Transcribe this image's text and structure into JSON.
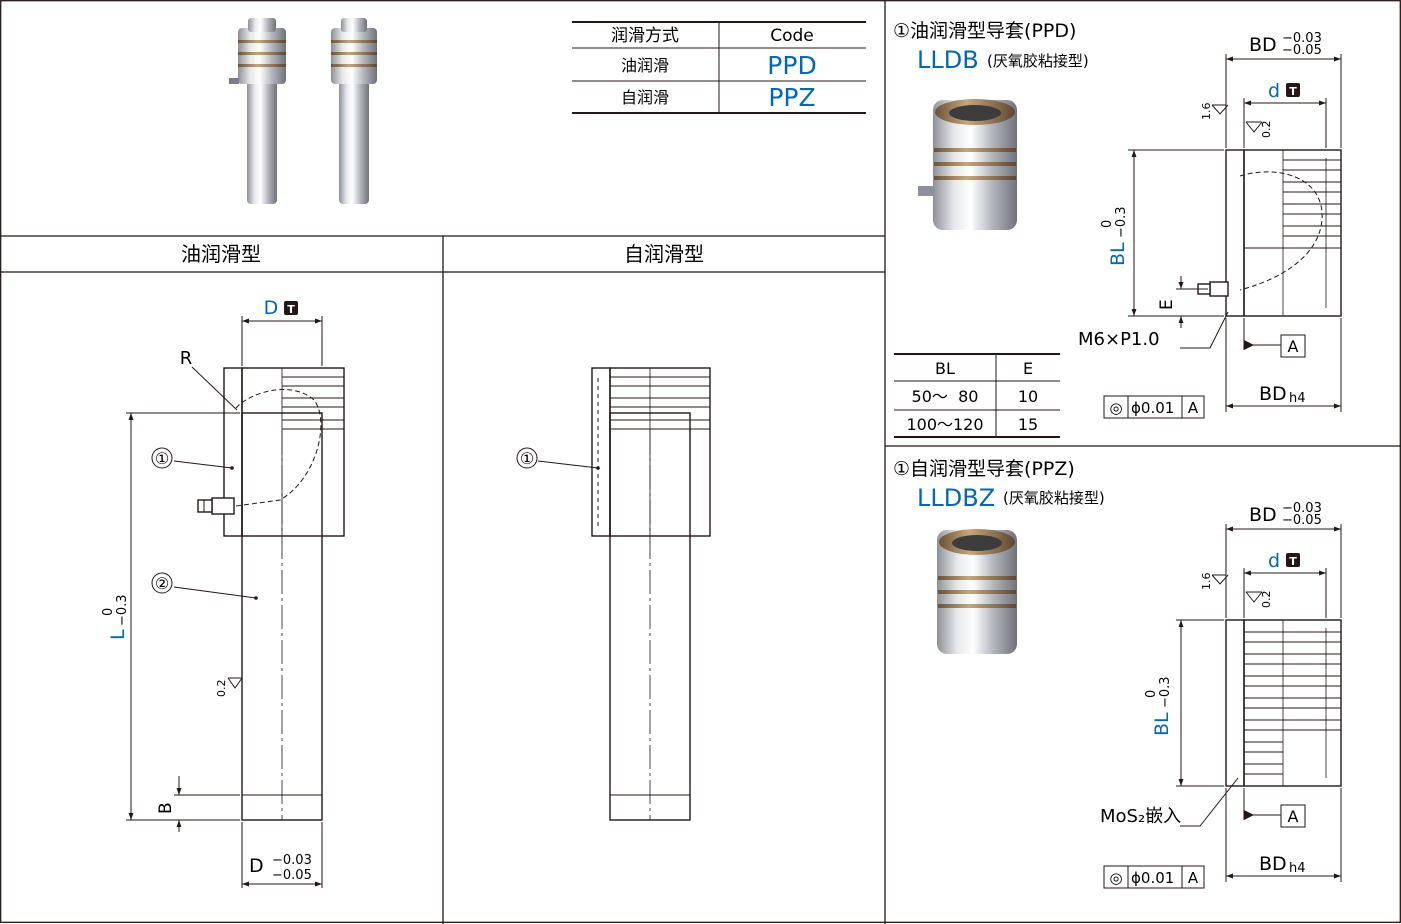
{
  "lubrication_table": {
    "header": {
      "method": "润滑方式",
      "code": "Code"
    },
    "rows": [
      {
        "method": "油润滑",
        "code": "PPD"
      },
      {
        "method": "自润滑",
        "code": "PPZ"
      }
    ]
  },
  "sections": {
    "oil": "油润滑型",
    "self": "自润滑型"
  },
  "oil_drawing": {
    "dim_D": "D",
    "t_mark": "T",
    "label_R": "R",
    "callout_1": "①",
    "callout_2": "②",
    "dim_L": "L",
    "tol_L_upper": "0",
    "tol_L_lower": "−0.3",
    "dim_B": "B",
    "dim_D_bottom": "D",
    "tol_D_upper": "−0.03",
    "tol_D_lower": "−0.05",
    "roughness": "0.2"
  },
  "self_drawing": {
    "callout_1": "①"
  },
  "ppd_bushing": {
    "title": "①油润滑型导套(PPD)",
    "part_code": "LLDB",
    "part_note": "(厌氧胶粘接型)",
    "dim_BD_top": "BD",
    "tol_BD_upper": "−0.03",
    "tol_BD_lower": "−0.05",
    "dim_d": "d",
    "t_mark": "T",
    "roughness_outer": "1.6",
    "roughness_inner": "0.2",
    "dim_BL": "BL",
    "tol_BL_upper": "0",
    "tol_BL_lower": "−0.3",
    "dim_E": "E",
    "thread": "M6×P1.0",
    "datum": "A",
    "concentricity_symbol": "◎",
    "concentricity_value": "ϕ0.01",
    "concentricity_datum": "A",
    "dim_BD_bottom": "BD",
    "tol_BD_bottom": "h4"
  },
  "be_table": {
    "header": {
      "bl": "BL",
      "e": "E"
    },
    "rows": [
      {
        "bl": "50～  80",
        "e": "10"
      },
      {
        "bl": "100～120",
        "e": "15"
      }
    ]
  },
  "ppz_bushing": {
    "title": "①自润滑型导套(PPZ)",
    "part_code": "LLDBZ",
    "part_note": "(厌氧胶粘接型)",
    "dim_BD_top": "BD",
    "tol_BD_upper": "−0.03",
    "tol_BD_lower": "−0.05",
    "dim_d": "d",
    "t_mark": "T",
    "roughness_outer": "1.6",
    "roughness_inner": "0.2",
    "dim_BL": "BL",
    "tol_BL_upper": "0",
    "tol_BL_lower": "−0.3",
    "insert_label": "MoS₂嵌入",
    "datum": "A",
    "concentricity_symbol": "◎",
    "concentricity_value": "ϕ0.01",
    "concentricity_datum": "A",
    "dim_BD_bottom": "BD",
    "tol_BD_bottom": "h4"
  },
  "colors": {
    "line": "#231815",
    "accent_blue": "#0068b7",
    "body_steel": "#ffffff",
    "photo_steel": "#b8bcc2",
    "bronze": "#9b7a52"
  }
}
